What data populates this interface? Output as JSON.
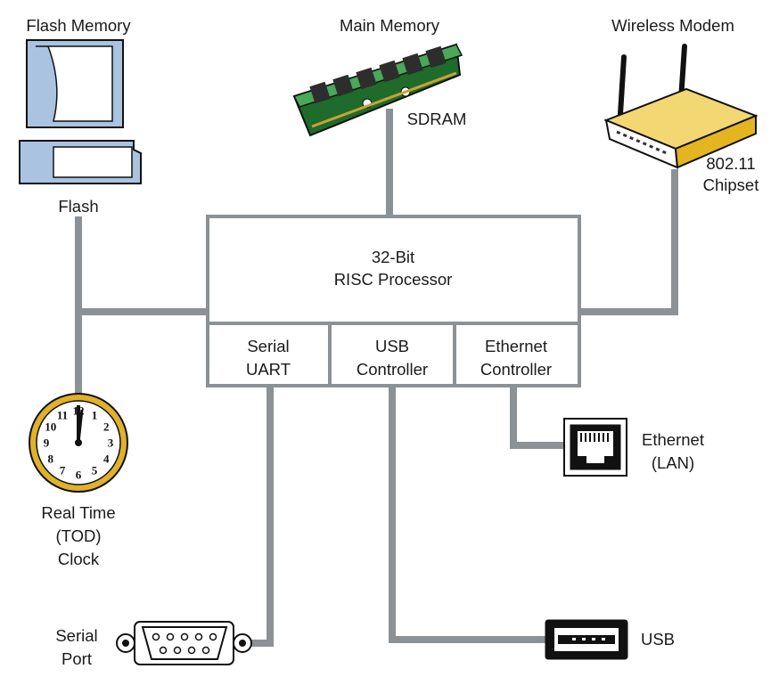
{
  "diagram": {
    "flash_memory_title": "Flash Memory",
    "flash_label": "Flash",
    "main_memory_title": "Main Memory",
    "sdram_label": "SDRAM",
    "wireless_title": "Wireless Modem",
    "chipset_line1": "802.11",
    "chipset_line2": "Chipset",
    "processor_line1": "32-Bit",
    "processor_line2": "RISC Processor",
    "uart_line1": "Serial",
    "uart_line2": "UART",
    "usb_ctrl_line1": "USB",
    "usb_ctrl_line2": "Controller",
    "eth_ctrl_line1": "Ethernet",
    "eth_ctrl_line2": "Controller",
    "ethernet_line1": "Ethernet",
    "ethernet_line2": "(LAN)",
    "usb_label": "USB",
    "clock_line1": "Real Time",
    "clock_line2": "(TOD)",
    "clock_line3": "Clock",
    "serial_port_line1": "Serial",
    "serial_port_line2": "Port",
    "clock_numbers": [
      "12",
      "1",
      "2",
      "3",
      "4",
      "5",
      "6",
      "7",
      "8",
      "9",
      "10",
      "11"
    ]
  },
  "colors": {
    "bus": "#8c9195",
    "memory_board": "#2f8a3c",
    "modem_body": "#e3b521",
    "clock_rim": "#e0b12a",
    "flash_card": "#a9c3e0"
  }
}
